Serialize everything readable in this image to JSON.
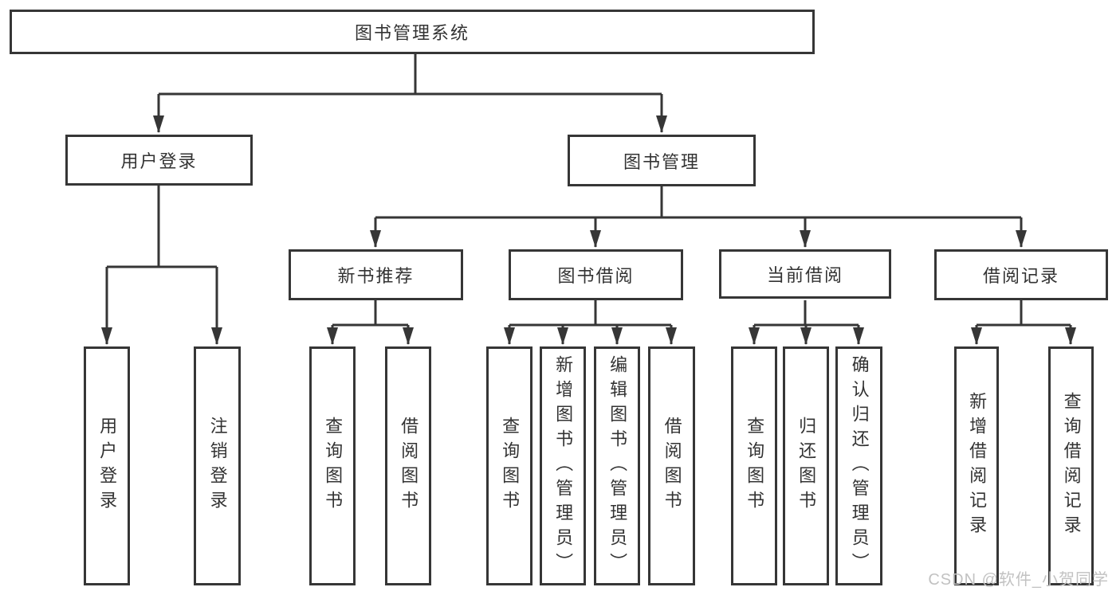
{
  "tree": {
    "label": "图书管理系统",
    "children": [
      {
        "label": "用户登录",
        "children": [
          {
            "label": "用户登录"
          },
          {
            "label": "注销登录"
          }
        ]
      },
      {
        "label": "图书管理",
        "children": [
          {
            "label": "新书推荐",
            "children": [
              {
                "label": "查询图书"
              },
              {
                "label": "借阅图书"
              }
            ]
          },
          {
            "label": "图书借阅",
            "children": [
              {
                "label": "查询图书"
              },
              {
                "label": "新增图书（管理员）"
              },
              {
                "label": "编辑图书（管理员）"
              },
              {
                "label": "借阅图书"
              }
            ]
          },
          {
            "label": "当前借阅",
            "children": [
              {
                "label": "查询图书"
              },
              {
                "label": "归还图书"
              },
              {
                "label": "确认归还（管理员）"
              }
            ]
          },
          {
            "label": "借阅记录",
            "children": [
              {
                "label": "新增借阅记录"
              },
              {
                "label": "查询借阅记录"
              }
            ]
          }
        ]
      }
    ]
  },
  "watermark": "CSDN @软件_小贺同学",
  "colors": {
    "line": "#363636",
    "text": "#333333",
    "box_background": "#ffffff",
    "watermark": "#c2c2c2",
    "page_background": "#ffffff"
  }
}
